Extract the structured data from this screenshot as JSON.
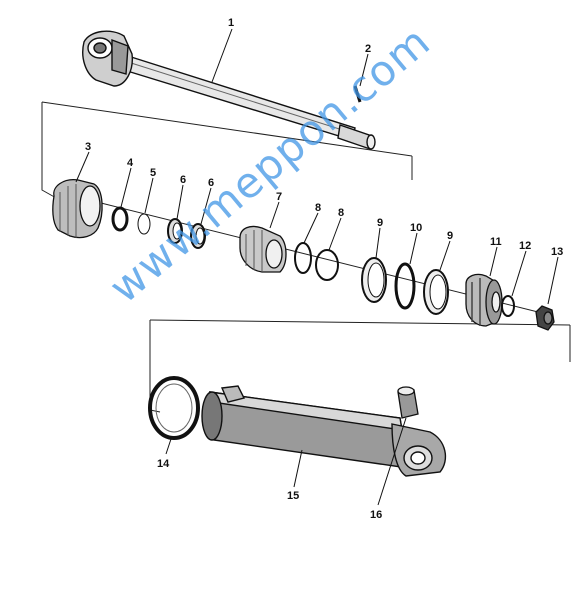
{
  "diagram": {
    "callouts": [
      {
        "id": "1",
        "text": "1"
      },
      {
        "id": "2",
        "text": "2"
      },
      {
        "id": "3",
        "text": "3"
      },
      {
        "id": "4",
        "text": "4"
      },
      {
        "id": "5",
        "text": "5"
      },
      {
        "id": "6a",
        "text": "6"
      },
      {
        "id": "6b",
        "text": "6"
      },
      {
        "id": "7",
        "text": "7"
      },
      {
        "id": "8a",
        "text": "8"
      },
      {
        "id": "8b",
        "text": "8"
      },
      {
        "id": "9a",
        "text": "9"
      },
      {
        "id": "10",
        "text": "10"
      },
      {
        "id": "9b",
        "text": "9"
      },
      {
        "id": "11",
        "text": "11"
      },
      {
        "id": "12",
        "text": "12"
      },
      {
        "id": "13",
        "text": "13"
      },
      {
        "id": "14",
        "text": "14"
      },
      {
        "id": "15",
        "text": "15"
      },
      {
        "id": "16",
        "text": "16"
      }
    ]
  },
  "watermark": {
    "text": "www.meppon.com"
  }
}
